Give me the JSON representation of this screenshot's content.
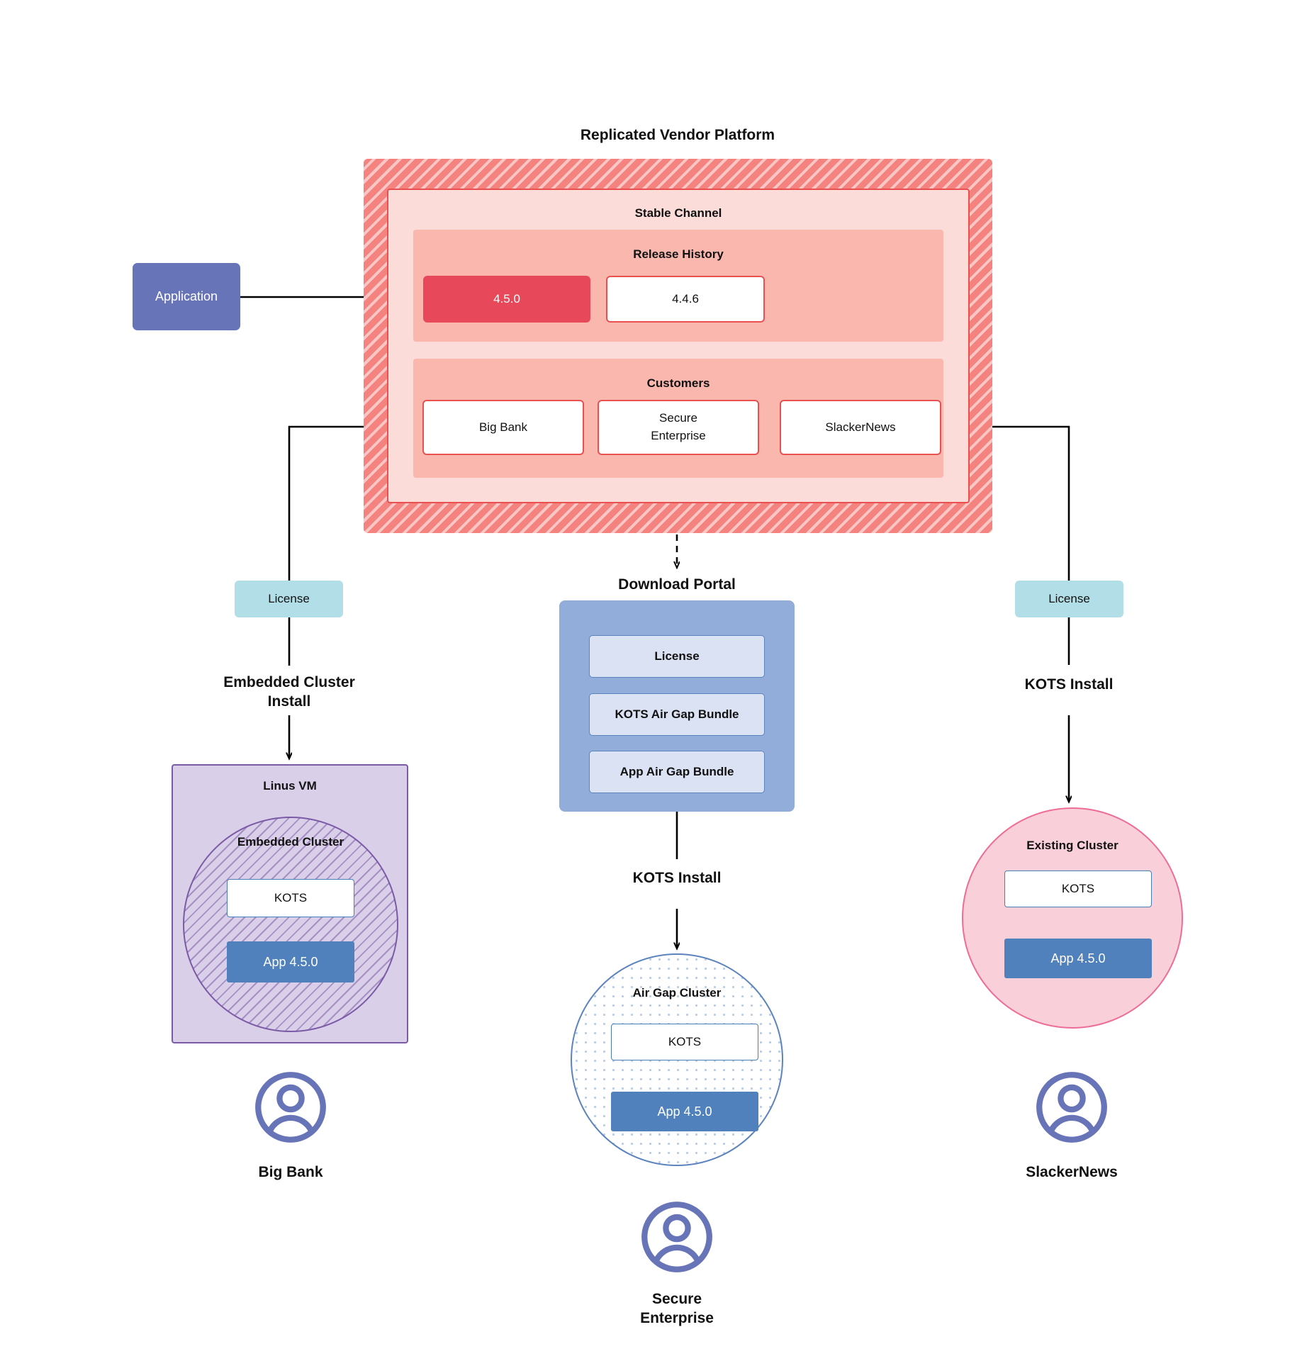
{
  "diagram": {
    "title": "Replicated Vendor Platform",
    "application": {
      "label": "Application"
    },
    "stable_channel": {
      "title": "Stable Channel"
    },
    "release_history": {
      "title": "Release History",
      "releases": [
        {
          "version": "4.5.0",
          "state": "current"
        },
        {
          "version": "4.4.6",
          "state": "previous"
        }
      ]
    },
    "customers": {
      "title": "Customers",
      "items": [
        {
          "name": "Big Bank"
        },
        {
          "name": "Secure\nEnterprise"
        },
        {
          "name": "SlackerNews"
        }
      ]
    },
    "branches": {
      "left": {
        "license_label": "License",
        "install_label": "Embedded Cluster\nInstall",
        "vm_label": "Linus VM",
        "cluster_label": "Embedded Cluster",
        "kots_label": "KOTS",
        "app_label": "App 4.5.0",
        "person_label": "Big Bank",
        "avatar_icon": "user-avatar-icon"
      },
      "middle": {
        "portal_title": "Download  Portal",
        "portal_items": [
          {
            "label": "License"
          },
          {
            "label": "KOTS Air Gap Bundle"
          },
          {
            "label": "App Air Gap Bundle"
          }
        ],
        "install_label": "KOTS Install",
        "cluster_label": "Air Gap Cluster",
        "kots_label": "KOTS",
        "app_label": "App 4.5.0",
        "person_label": "Secure\nEnterprise",
        "avatar_icon": "user-avatar-icon"
      },
      "right": {
        "license_label": "License",
        "install_label": "KOTS Install",
        "cluster_label": "Existing Cluster",
        "kots_label": "KOTS",
        "app_label": "App 4.5.0",
        "person_label": "SlackerNews",
        "avatar_icon": "user-avatar-icon"
      }
    },
    "colors": {
      "vendor_platform_hatch": "#f4827f",
      "stable_channel_fill": "#fbdcd8",
      "panel_fill": "#f9b7ae",
      "release_current": "#e8495a",
      "release_border": "#e8514f",
      "application_fill": "#6874b8",
      "license_fill": "#b2dfe7",
      "portal_fill": "#93adda",
      "portal_item_fill": "#dbe2f4",
      "vm_fill": "#d9cfe8",
      "vm_border": "#7b5aa6",
      "existing_cluster_fill": "#f9cfda",
      "existing_cluster_border": "#ed6d96",
      "airgap_border": "#5b83bd",
      "app_box_fill": "#5181bc",
      "avatar_stroke": "#6874b8",
      "connector": "#000000"
    }
  }
}
